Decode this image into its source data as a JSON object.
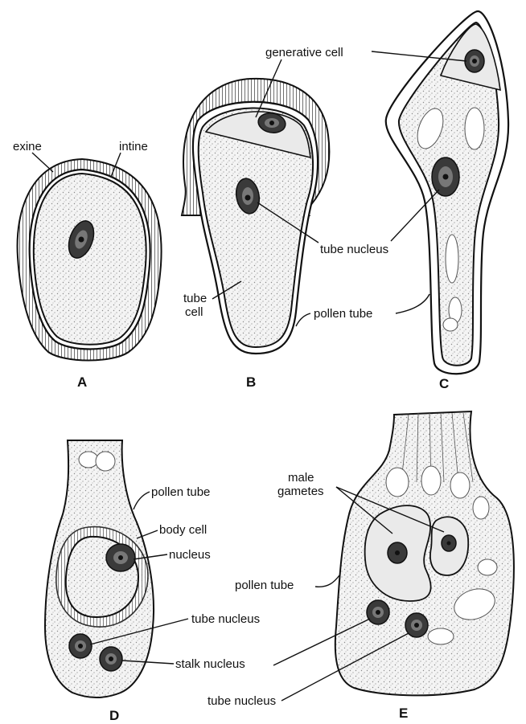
{
  "panels": {
    "a": {
      "letter": "A",
      "exine": "exine",
      "intine": "intine"
    },
    "b": {
      "letter": "B",
      "generative_cell": "generative cell",
      "tube_cell": "tube",
      "tube_cell_2": "cell",
      "tube_nucleus": "tube nucleus",
      "pollen_tube": "pollen tube"
    },
    "c": {
      "letter": "C"
    },
    "d": {
      "letter": "D",
      "pollen_tube": "pollen tube",
      "body_cell": "body cell",
      "nucleus": "nucleus",
      "tube_nucleus": "tube nucleus",
      "stalk_nucleus": "stalk nucleus"
    },
    "e": {
      "letter": "E",
      "male_gametes_1": "male",
      "male_gametes_2": "gametes",
      "pollen_tube": "pollen tube",
      "tube_nucleus": "tube nucleus"
    }
  },
  "colors": {
    "ink": "#111111",
    "paper": "#ffffff",
    "stipple": "#8a8a8a"
  }
}
